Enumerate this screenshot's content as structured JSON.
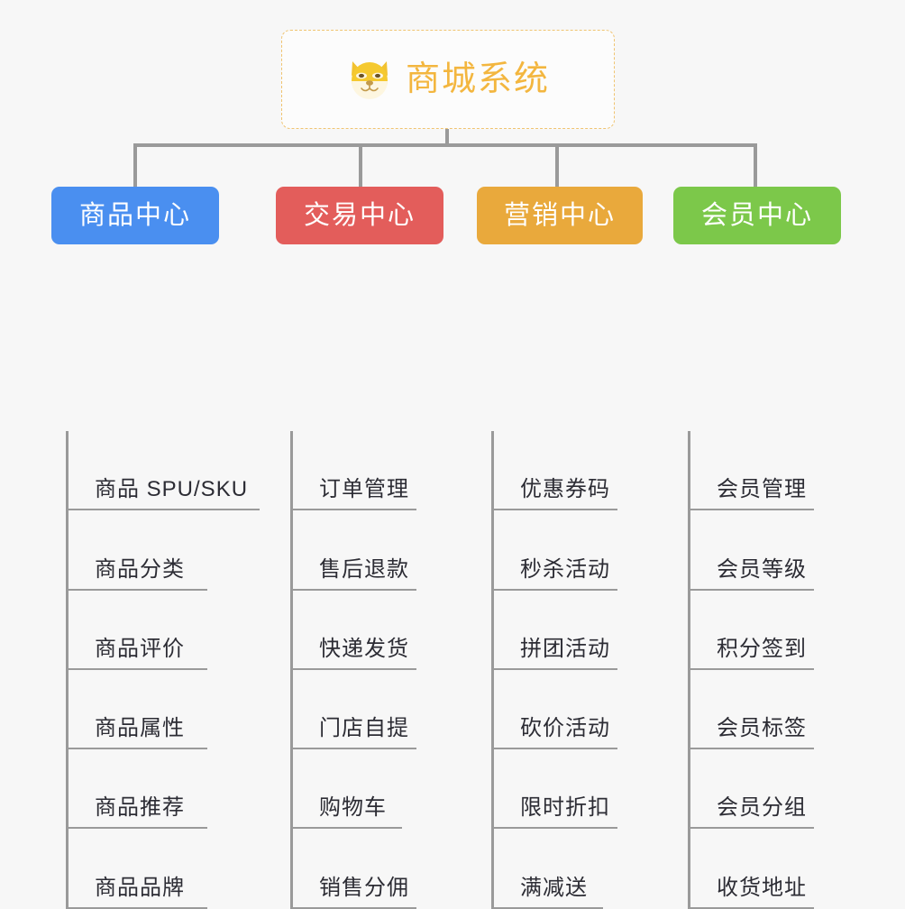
{
  "page": {
    "background_color": "#f7f7f7",
    "type": "organization-chart"
  },
  "root": {
    "title": "商城系统",
    "icon": "shiba-dog-face-emoji",
    "text_color": "#f3b63f",
    "border_color": "#f0c471",
    "background_color": "#fcfcfc"
  },
  "connector": {
    "color": "#9a9a9a"
  },
  "columns": [
    {
      "header": "商品中心",
      "color": "#4a8ff0",
      "items": [
        {
          "label": "商品 SPU/SKU",
          "underline": "u-w1"
        },
        {
          "label": "商品分类",
          "underline": "u-w2"
        },
        {
          "label": "商品评价",
          "underline": "u-w2"
        },
        {
          "label": "商品属性",
          "underline": "u-w2"
        },
        {
          "label": "商品推荐",
          "underline": "u-w2"
        },
        {
          "label": "商品品牌",
          "underline": "u-w2"
        }
      ]
    },
    {
      "header": "交易中心",
      "color": "#e35d5b",
      "items": [
        {
          "label": "订单管理",
          "underline": "u-w3"
        },
        {
          "label": "售后退款",
          "underline": "u-w3"
        },
        {
          "label": "快递发货",
          "underline": "u-w3"
        },
        {
          "label": "门店自提",
          "underline": "u-w3"
        },
        {
          "label": "购物车",
          "underline": "u-w4"
        },
        {
          "label": "销售分佣",
          "underline": "u-w3"
        }
      ]
    },
    {
      "header": "营销中心",
      "color": "#e9a93c",
      "items": [
        {
          "label": "优惠券码",
          "underline": "u-w3"
        },
        {
          "label": "秒杀活动",
          "underline": "u-w3"
        },
        {
          "label": "拼团活动",
          "underline": "u-w3"
        },
        {
          "label": "砍价活动",
          "underline": "u-w3"
        },
        {
          "label": "限时折扣",
          "underline": "u-w3"
        },
        {
          "label": "满减送",
          "underline": "u-w4"
        }
      ]
    },
    {
      "header": "会员中心",
      "color": "#7cc84a",
      "items": [
        {
          "label": "会员管理",
          "underline": "u-w3"
        },
        {
          "label": "会员等级",
          "underline": "u-w3"
        },
        {
          "label": "积分签到",
          "underline": "u-w3"
        },
        {
          "label": "会员标签",
          "underline": "u-w3"
        },
        {
          "label": "会员分组",
          "underline": "u-w3"
        },
        {
          "label": "收货地址",
          "underline": "u-w3"
        }
      ]
    }
  ]
}
